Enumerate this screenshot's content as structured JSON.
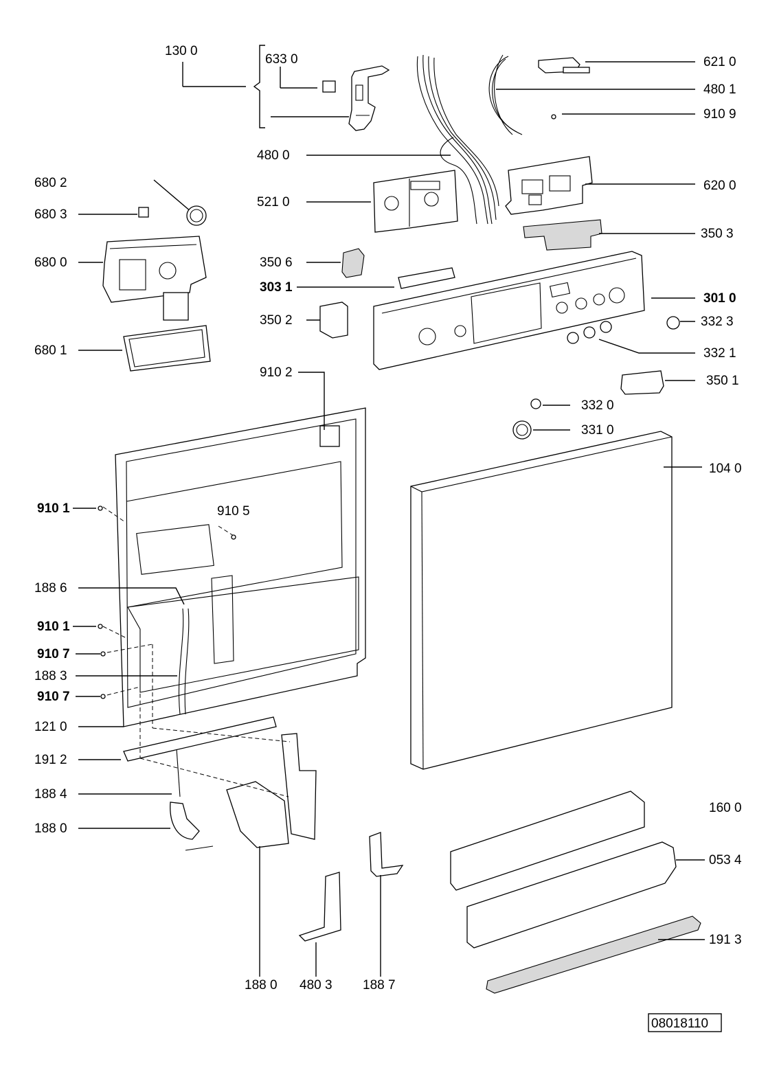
{
  "labels": {
    "l1300": "130 0",
    "l6330": "633 0",
    "l6210": "621 0",
    "l4801": "480 1",
    "l9109": "910 9",
    "l4800": "480 0",
    "l6802": "680 2",
    "l6200": "620 0",
    "l5210": "521 0",
    "l6803": "680 3",
    "l3503": "350 3",
    "l6800": "680 0",
    "l3506": "350 6",
    "l3031": "303 1",
    "l3010": "301 0",
    "l3502": "350 2",
    "l3323": "332 3",
    "l6801": "680 1",
    "l3321": "332 1",
    "l9102": "910 2",
    "l3501": "350 1",
    "l3320": "332 0",
    "l3310": "331 0",
    "l1040": "104 0",
    "l9101a": "910 1",
    "l9105": "910 5",
    "l1886": "188 6",
    "l9101b": "910 1",
    "l9107a": "910 7",
    "l1883": "188 3",
    "l9107b": "910 7",
    "l1210": "121 0",
    "l1912": "191 2",
    "l1884": "188 4",
    "l1600": "160 0",
    "l1880a": "188 0",
    "l0534": "053 4",
    "l1913": "191 3",
    "l1880b": "188 0",
    "l4803": "480 3",
    "l1887": "188 7"
  },
  "drawing_ref": "08018110"
}
